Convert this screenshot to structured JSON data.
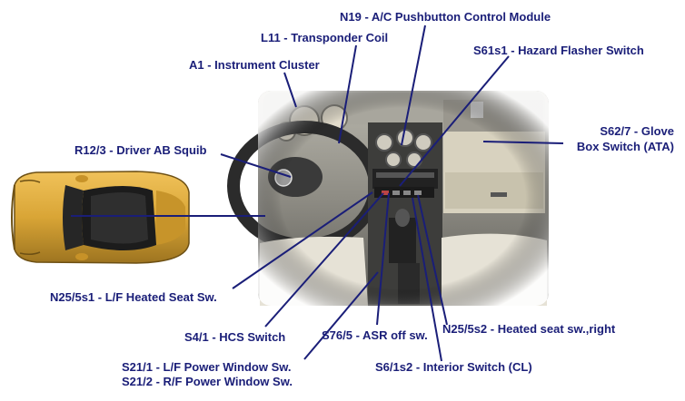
{
  "colors": {
    "label_text": "#1a1e78",
    "leader_line": "#1a1e78",
    "car_body": "#d9a536",
    "car_glass": "#1c1c1c",
    "interior_cream": "#d8d2bf",
    "interior_dark": "#2b2b2b"
  },
  "labels": {
    "n19": "N19 - A/C Pushbutton Control Module",
    "l11": "L11 - Transponder Coil",
    "s61s1": "S61s1 - Hazard Flasher Switch",
    "a1": "A1 - Instrument Cluster",
    "s62_7_line1": "S62/7 - Glove",
    "s62_7_line2": "Box Switch (ATA)",
    "r12_3": "R12/3 - Driver AB Squib",
    "n25_5s1": "N25/5s1 - L/F Heated Seat Sw.",
    "s4_1": "S4/1 - HCS Switch",
    "s76_5": "S76/5 - ASR off sw.",
    "n25_5s2": "N25/5s2 - Heated seat sw.,right",
    "s21_1": "S21/1 - L/F Power Window Sw.",
    "s21_2": "S21/2 - R/F Power Window Sw.",
    "s6_1s2": "S6/1s2 - Interior Switch (CL)"
  },
  "images": {
    "car_top_view": "yellow-roadster-top-view",
    "interior_photo": "dashboard-interior-photo"
  }
}
